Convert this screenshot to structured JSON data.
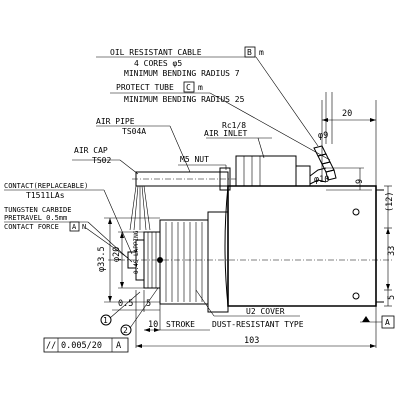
{
  "labels": {
    "oil_cable_prefix": "OIL RESISTANT CABLE",
    "oil_cable_box": "B",
    "oil_cable_unit": "m",
    "cores": "4 CORES φ5",
    "min_bend_7": "MINIMUM BENDING RADIUS 7",
    "protect_tube_prefix": "PROTECT TUBE",
    "protect_tube_box": "C",
    "protect_tube_unit": "m",
    "min_bend_25": "MINIMUM BENDING RADIUS 25",
    "air_pipe": "AIR PIPE",
    "air_pipe_part": "TS04A",
    "rc": "Rc1/8",
    "air_inlet": "AIR INLET",
    "air_cap": "AIR CAP",
    "air_cap_part": "TS02",
    "m5_nut": "M5 NUT",
    "contact": "CONTACT(REPLACEABLE)",
    "contact_part": "T1511LAs",
    "tungsten": "TUNGSTEN CARBIDE",
    "pretravel": "PRETRAVEL  0.5mm",
    "contact_force_prefix": "CONTACT FORCE",
    "contact_force_box": "A",
    "contact_force_unit": "N",
    "cover": "U2 COVER",
    "dust": "DUST-RESISTANT TYPE",
    "stroke": "STROKE",
    "lapping": "0.4S LAPPING",
    "datum_box": "A",
    "circle_1": "1",
    "circle_2": "2"
  },
  "dimensions": {
    "d20_top": "20",
    "phi9": "φ9",
    "phi10": "φ10",
    "d9": "9",
    "d12": "(12)",
    "d33": "33",
    "d5": "5",
    "phi33_5": "φ33.5",
    "phi20": "φ20",
    "d0_5": "0.5",
    "d5_bottom": "5",
    "d10": "10",
    "d103": "103"
  },
  "tolerance": {
    "symbol": "//",
    "value": "0.005/20",
    "datum": "A"
  }
}
